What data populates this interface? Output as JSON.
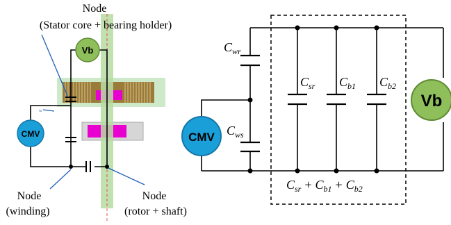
{
  "left_panel": {
    "node_top": [
      "Node",
      "(Stator core + bearing holder)"
    ],
    "node_left": [
      "Node",
      "(winding)"
    ],
    "node_right": [
      "Node",
      "(rotor + shaft)"
    ],
    "vb": "Vb",
    "cmv": "CMV"
  },
  "right_panel": {
    "cwr": {
      "main": "C",
      "sub": "wr"
    },
    "cws": {
      "main": "C",
      "sub": "ws"
    },
    "csr": {
      "main": "C",
      "sub": "sr"
    },
    "cb1": {
      "main": "C",
      "sub": "b1"
    },
    "cb2": {
      "main": "C",
      "sub": "b2"
    },
    "sum": [
      {
        "main": "C",
        "sub": "sr"
      },
      {
        "op": "+"
      },
      {
        "main": "C",
        "sub": "b1"
      },
      {
        "op": "+"
      },
      {
        "main": "C",
        "sub": "b2"
      }
    ],
    "vb": "Vb",
    "cmv": "CMV"
  },
  "colors": {
    "vb_fill": "#8fbf5a",
    "vb_stroke": "#5f8a35",
    "cmv_fill": "#1b9fd8",
    "cmv_stroke": "#1477a8",
    "shaft": "#b7dca3",
    "magnet": "#e800d0",
    "leader": "#1f5fb5"
  }
}
